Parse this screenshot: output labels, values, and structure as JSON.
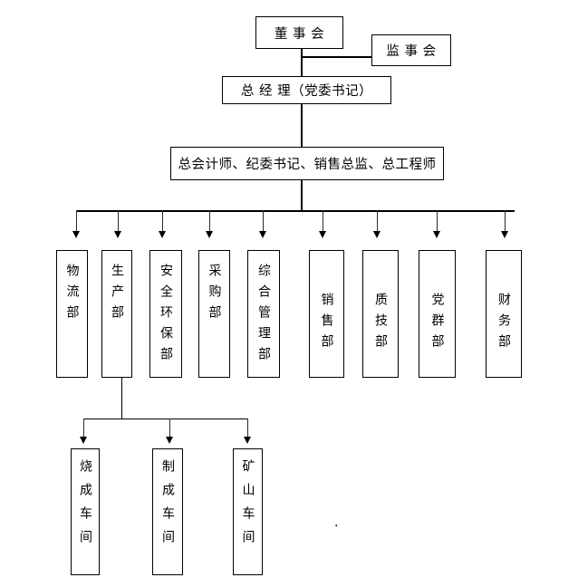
{
  "colors": {
    "background": "#ffffff",
    "line": "#000000",
    "text": "#000000"
  },
  "nodes": {
    "board": {
      "label": "董 事 会"
    },
    "supervisory": {
      "label": "监 事 会"
    },
    "general_manager": {
      "label": "总 经 理（党委书记）"
    },
    "executives": {
      "label": "总会计师、纪委书记、销售总监、总工程师"
    }
  },
  "departments": [
    {
      "label": "物流部"
    },
    {
      "label": "生产部"
    },
    {
      "label": "安全环保部"
    },
    {
      "label": "采购部"
    },
    {
      "label": "综合管理部"
    },
    {
      "label": "销售部"
    },
    {
      "label": "质技部"
    },
    {
      "label": "党群部"
    },
    {
      "label": "财务部"
    }
  ],
  "workshops": [
    {
      "label": "烧成车间"
    },
    {
      "label": "制成车间"
    },
    {
      "label": "矿山车间"
    }
  ],
  "marks": {
    "stray_period": "."
  }
}
